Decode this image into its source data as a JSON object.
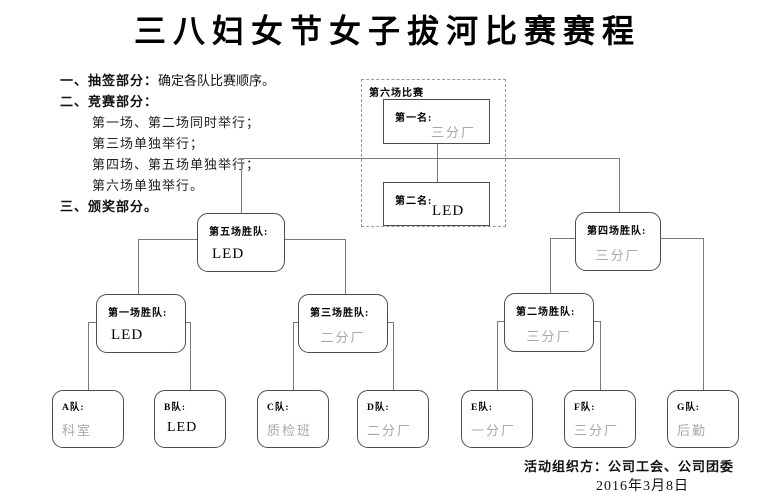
{
  "title": "三八妇女节女子拔河比赛赛程",
  "notes": {
    "item1_label": "一、抽签部分：",
    "item1_text": "确定各队比赛顺序。",
    "item2_label": "二、竞赛部分：",
    "item2_line1": "第一场、第二场同时举行；",
    "item2_line2": "第三场单独举行；",
    "item2_line3": "第四场、第五场单独举行；",
    "item2_line4": "第六场单独举行。",
    "item3_label": "三、颁奖部分。"
  },
  "final_group": {
    "label": "第六场比赛",
    "first_place": {
      "label": "第一名:",
      "value": "三分厂"
    },
    "second_place": {
      "label": "第二名:",
      "value": "LED"
    }
  },
  "semifinals": {
    "match5": {
      "label": "第五场胜队:",
      "value": "LED"
    },
    "match4": {
      "label": "第四场胜队:",
      "value": "三分厂"
    }
  },
  "round2": {
    "match1": {
      "label": "第一场胜队:",
      "value": "LED"
    },
    "match3": {
      "label": "第三场胜队:",
      "value": "二分厂"
    },
    "match2": {
      "label": "第二场胜队:",
      "value": "三分厂"
    }
  },
  "teams": [
    {
      "label": "A队:",
      "value": "科室"
    },
    {
      "label": "B队:",
      "value": "LED"
    },
    {
      "label": "C队:",
      "value": "质检班"
    },
    {
      "label": "D队:",
      "value": "二分厂"
    },
    {
      "label": "E队:",
      "value": "一分厂"
    },
    {
      "label": "F队:",
      "value": "三分厂"
    },
    {
      "label": "G队:",
      "value": "后勤"
    }
  ],
  "footer": {
    "organizer_label": "活动组织方：",
    "organizer_value": "公司工会、公司团委",
    "date": "2016年3月8日"
  },
  "colors": {
    "line": "#7a7a7a",
    "border": "#4d4d4d",
    "gray_value_text": "#a8a8a8",
    "black_text": "#000000"
  }
}
